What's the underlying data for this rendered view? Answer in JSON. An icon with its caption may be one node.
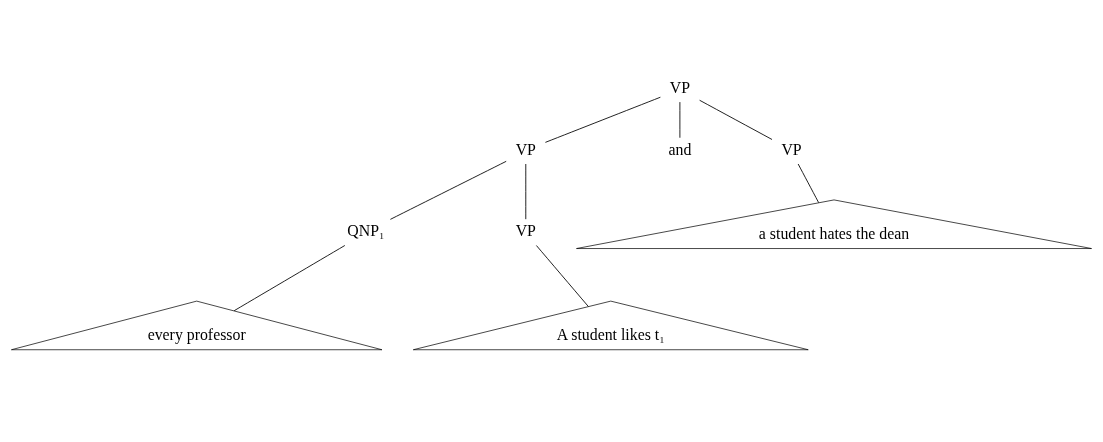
{
  "diagram": {
    "nodes": [
      {
        "text": [
          "VP"
        ]
      },
      {
        "text": [
          "VP"
        ]
      },
      {
        "text": [
          "and"
        ]
      },
      {
        "text": [
          "VP"
        ]
      },
      {
        "text": [
          "QNP₁"
        ]
      },
      {
        "text": [
          "VP"
        ]
      },
      {
        "text": [
          "every professor"
        ]
      },
      {
        "text": [
          "A student likes t₁"
        ]
      },
      {
        "text": [
          "a student hates the dean"
        ]
      }
    ],
    "edges": [
      {
        "from": 0,
        "to": 1,
        "arrow": "none"
      },
      {
        "from": 0,
        "to": 2,
        "arrow": "none"
      },
      {
        "from": 0,
        "to": 3,
        "arrow": "none"
      },
      {
        "from": 1,
        "to": 4,
        "arrow": "none"
      },
      {
        "from": 1,
        "to": 5,
        "arrow": "none"
      },
      {
        "from": 4,
        "to": 6,
        "arrow": "none"
      },
      {
        "from": 5,
        "to": 7,
        "arrow": "none"
      },
      {
        "from": 3,
        "to": 8,
        "arrow": "none"
      }
    ]
  }
}
